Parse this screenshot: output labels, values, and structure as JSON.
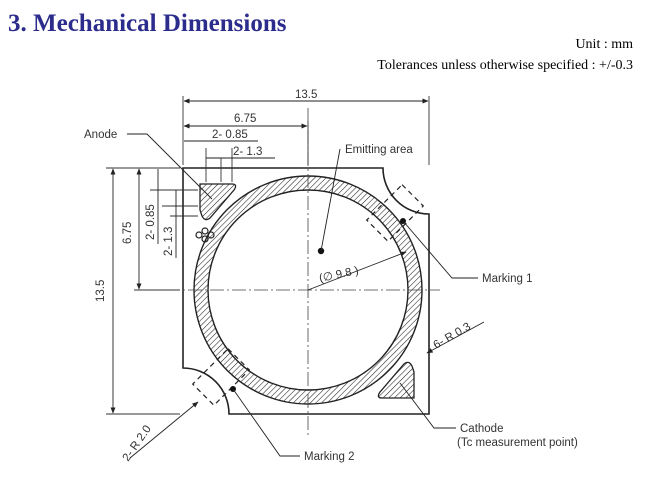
{
  "title": "3. Mechanical Dimensions",
  "unit_note": "Unit : mm",
  "tolerance_note": "Tolerances unless otherwise specified : +/-0.3",
  "drawing": {
    "dim_width": "13.5",
    "dim_half": "6.75",
    "dim_085": "2- 0.85",
    "dim_13": "2- 1.3",
    "dim_height": "13.5",
    "dim_v_half": "6.75",
    "dim_v_085": "2- 0.85",
    "dim_v_13": "2- 1.3",
    "emitting_area": "Emitting area",
    "diameter": "(∅ 9.8 )",
    "anode": "Anode",
    "marking1": "Marking 1",
    "marking2": "Marking 2",
    "corner_radius_small": "6- R 0.3",
    "corner_radius_large": "2- R 2.0",
    "cathode": "Cathode",
    "cathode_note": "(Tc measurement point)"
  }
}
